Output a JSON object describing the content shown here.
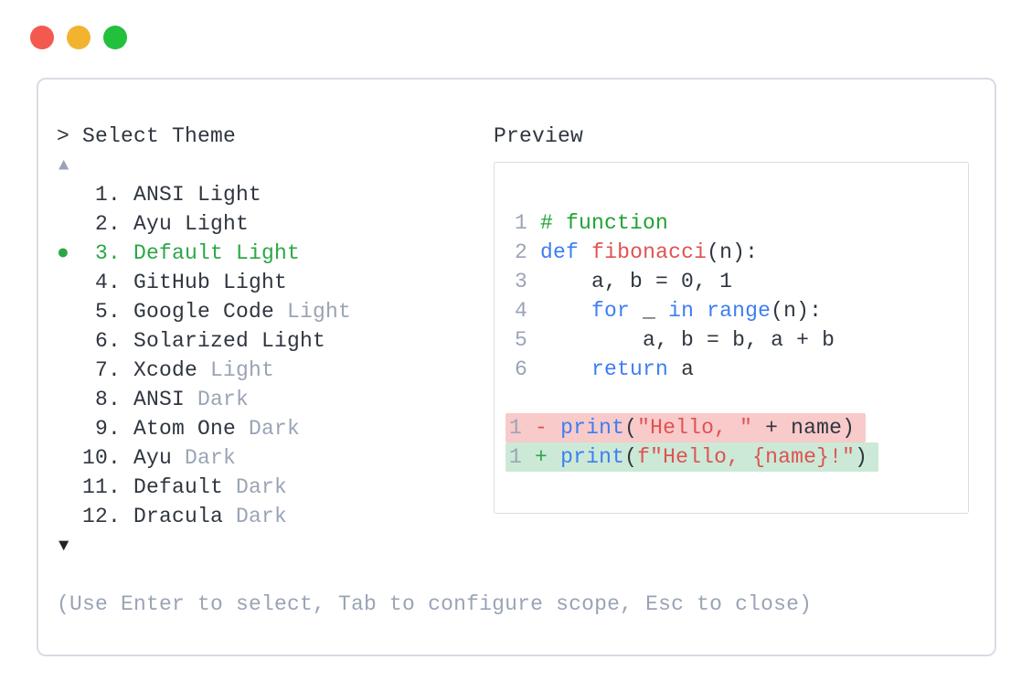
{
  "window": {
    "traffic_lights": [
      {
        "name": "close",
        "color": "#f4594f"
      },
      {
        "name": "minimize",
        "color": "#f2b32e"
      },
      {
        "name": "zoom",
        "color": "#23c03d"
      }
    ]
  },
  "selector": {
    "prompt": "> Select Theme",
    "scroll_up": "▲",
    "scroll_down": "▼",
    "bullet": "●",
    "items": [
      {
        "number": "1.",
        "name": "ANSI Light",
        "suffix": "",
        "selected": false
      },
      {
        "number": "2.",
        "name": "Ayu Light",
        "suffix": "",
        "selected": false
      },
      {
        "number": "3.",
        "name": "Default Light",
        "suffix": "",
        "selected": true
      },
      {
        "number": "4.",
        "name": "GitHub Light",
        "suffix": "",
        "selected": false
      },
      {
        "number": "5.",
        "name": "Google Code",
        "suffix": "Light",
        "selected": false
      },
      {
        "number": "6.",
        "name": "Solarized Light",
        "suffix": "",
        "selected": false
      },
      {
        "number": "7.",
        "name": "Xcode",
        "suffix": "Light",
        "selected": false
      },
      {
        "number": "8.",
        "name": "ANSI",
        "suffix": "Dark",
        "selected": false
      },
      {
        "number": "9.",
        "name": "Atom One",
        "suffix": "Dark",
        "selected": false
      },
      {
        "number": "10.",
        "name": "Ayu",
        "suffix": "Dark",
        "selected": false
      },
      {
        "number": "11.",
        "name": "Default",
        "suffix": "Dark",
        "selected": false
      },
      {
        "number": "12.",
        "name": "Dracula",
        "suffix": "Dark",
        "selected": false
      }
    ],
    "help_text": "(Use Enter to select, Tab to configure scope, Esc to close)"
  },
  "preview": {
    "title": "Preview",
    "lines": [
      {
        "num": "1",
        "tokens": [
          {
            "c": "cm",
            "t": "# function"
          }
        ]
      },
      {
        "num": "2",
        "tokens": [
          {
            "c": "kw",
            "t": "def"
          },
          {
            "c": "pl",
            "t": " "
          },
          {
            "c": "fn",
            "t": "fibonacci"
          },
          {
            "c": "pl",
            "t": "(n):"
          }
        ]
      },
      {
        "num": "3",
        "tokens": [
          {
            "c": "pl",
            "t": "    a, b = 0, 1"
          }
        ]
      },
      {
        "num": "4",
        "tokens": [
          {
            "c": "pl",
            "t": "    "
          },
          {
            "c": "kw",
            "t": "for"
          },
          {
            "c": "pl",
            "t": " _ "
          },
          {
            "c": "kw",
            "t": "in"
          },
          {
            "c": "pl",
            "t": " "
          },
          {
            "c": "kw",
            "t": "range"
          },
          {
            "c": "pl",
            "t": "(n):"
          }
        ]
      },
      {
        "num": "5",
        "tokens": [
          {
            "c": "pl",
            "t": "        a, b = b, a + b"
          }
        ]
      },
      {
        "num": "6",
        "tokens": [
          {
            "c": "pl",
            "t": "    "
          },
          {
            "c": "kw",
            "t": "return"
          },
          {
            "c": "pl",
            "t": " a"
          }
        ]
      },
      {
        "blank": true
      },
      {
        "num": "1",
        "sign": "-",
        "diff": "removed",
        "tokens": [
          {
            "c": "kw",
            "t": "print"
          },
          {
            "c": "pl",
            "t": "("
          },
          {
            "c": "str",
            "t": "\"Hello, \""
          },
          {
            "c": "pl",
            "t": " + name)"
          }
        ]
      },
      {
        "num": "1",
        "sign": "+",
        "diff": "added",
        "tokens": [
          {
            "c": "kw",
            "t": "print"
          },
          {
            "c": "pl",
            "t": "("
          },
          {
            "c": "str",
            "t": "f\"Hello, {name}!\""
          },
          {
            "c": "pl",
            "t": ")"
          }
        ]
      }
    ]
  },
  "colors": {
    "text": "#2f3640",
    "muted": "#9aa4b6",
    "selected_green": "#2aa745",
    "comment_green": "#1fa233",
    "keyword_blue": "#3d7ef2",
    "string_red": "#e05252",
    "removed_bg": "#f8caca",
    "added_bg": "#cbe9d6",
    "border": "#d8dce4",
    "arrow_dark": "#1d2430"
  }
}
